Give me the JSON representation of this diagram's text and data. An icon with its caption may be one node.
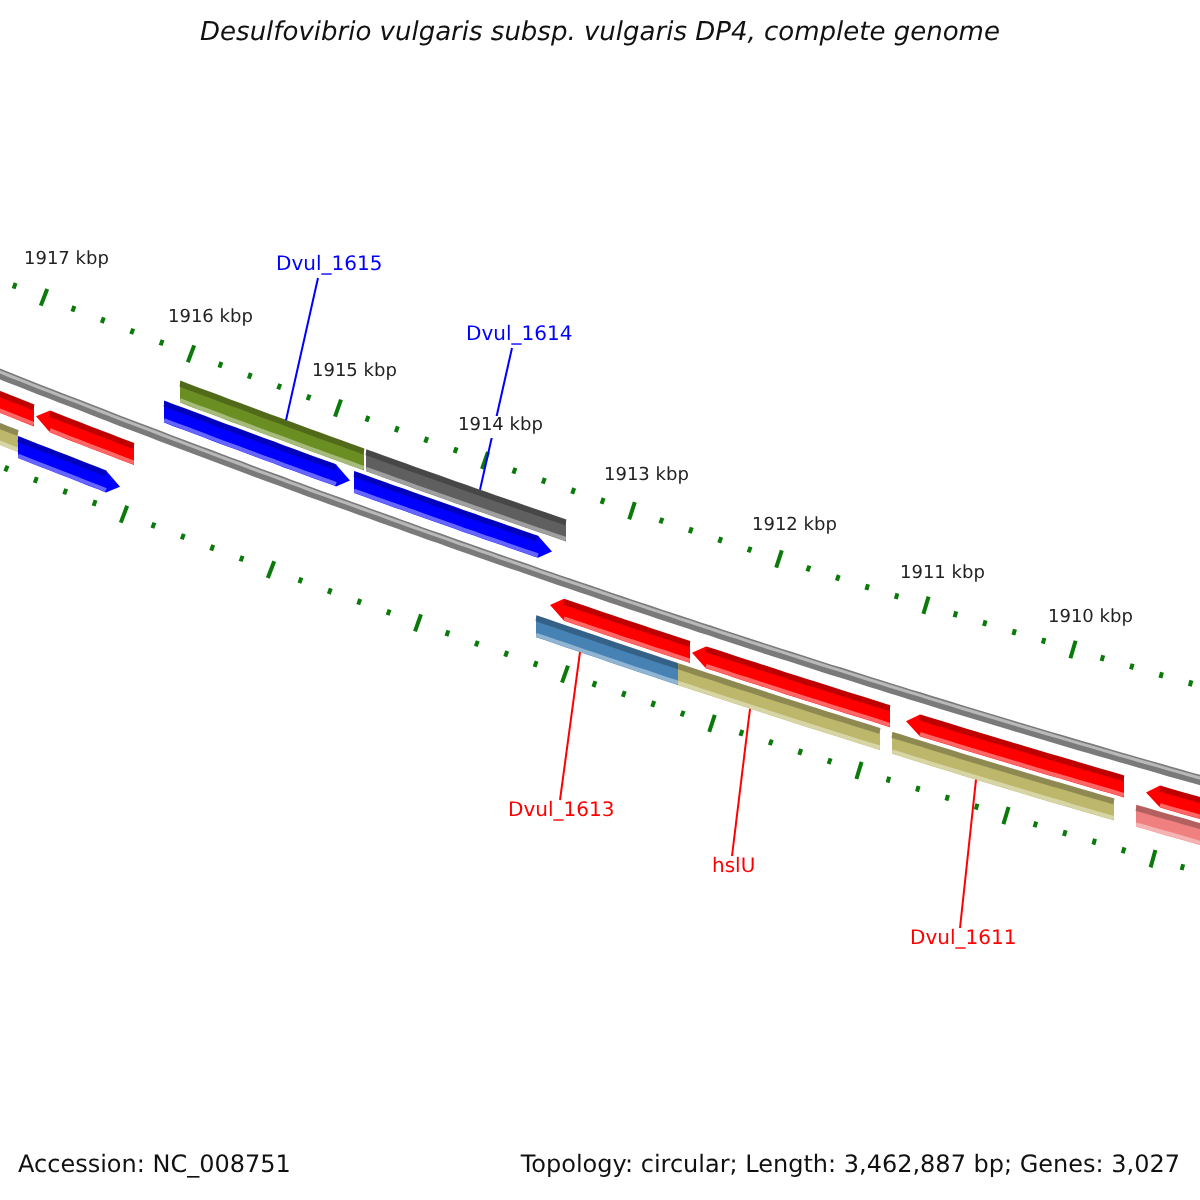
{
  "diagram": {
    "title": "Desulfovibrio vulgaris subsp. vulgaris DP4, complete genome",
    "nodes": [
      {
        "text": [
          "Dvul_1615"
        ]
      },
      {
        "text": [],
        "shape": "bar"
      },
      {
        "text": [
          "Dvul_1614"
        ]
      },
      {
        "text": [],
        "shape": "bar"
      },
      {
        "text": [
          "Dvul_1613"
        ]
      },
      {
        "text": [],
        "shape": "bar"
      },
      {
        "text": [
          "hslU"
        ]
      },
      {
        "text": [],
        "shape": "bar"
      },
      {
        "text": [
          "Dvul_1611"
        ]
      },
      {
        "text": [],
        "shape": "bar"
      }
    ],
    "edges": [
      {
        "from": 0,
        "to": 1,
        "arrow": "none",
        "color": "#0000ff"
      },
      {
        "from": 2,
        "to": 3,
        "arrow": "none",
        "color": "#0000ff"
      },
      {
        "from": 4,
        "to": 5,
        "arrow": "none"
      },
      {
        "from": 6,
        "to": 7,
        "arrow": "none"
      },
      {
        "from": 8,
        "to": 9,
        "arrow": "none"
      }
    ],
    "labels": [
      "1917 kbp",
      "1916 kbp",
      "1915 kbp",
      "1914 kbp",
      "1913 kbp",
      "1912 kbp",
      "1911 kbp",
      "1910 kbp",
      "Accession: NC_008751",
      "Topology: circular; Length: 3,462,887 bp; Genes: 3,027"
    ]
  }
}
